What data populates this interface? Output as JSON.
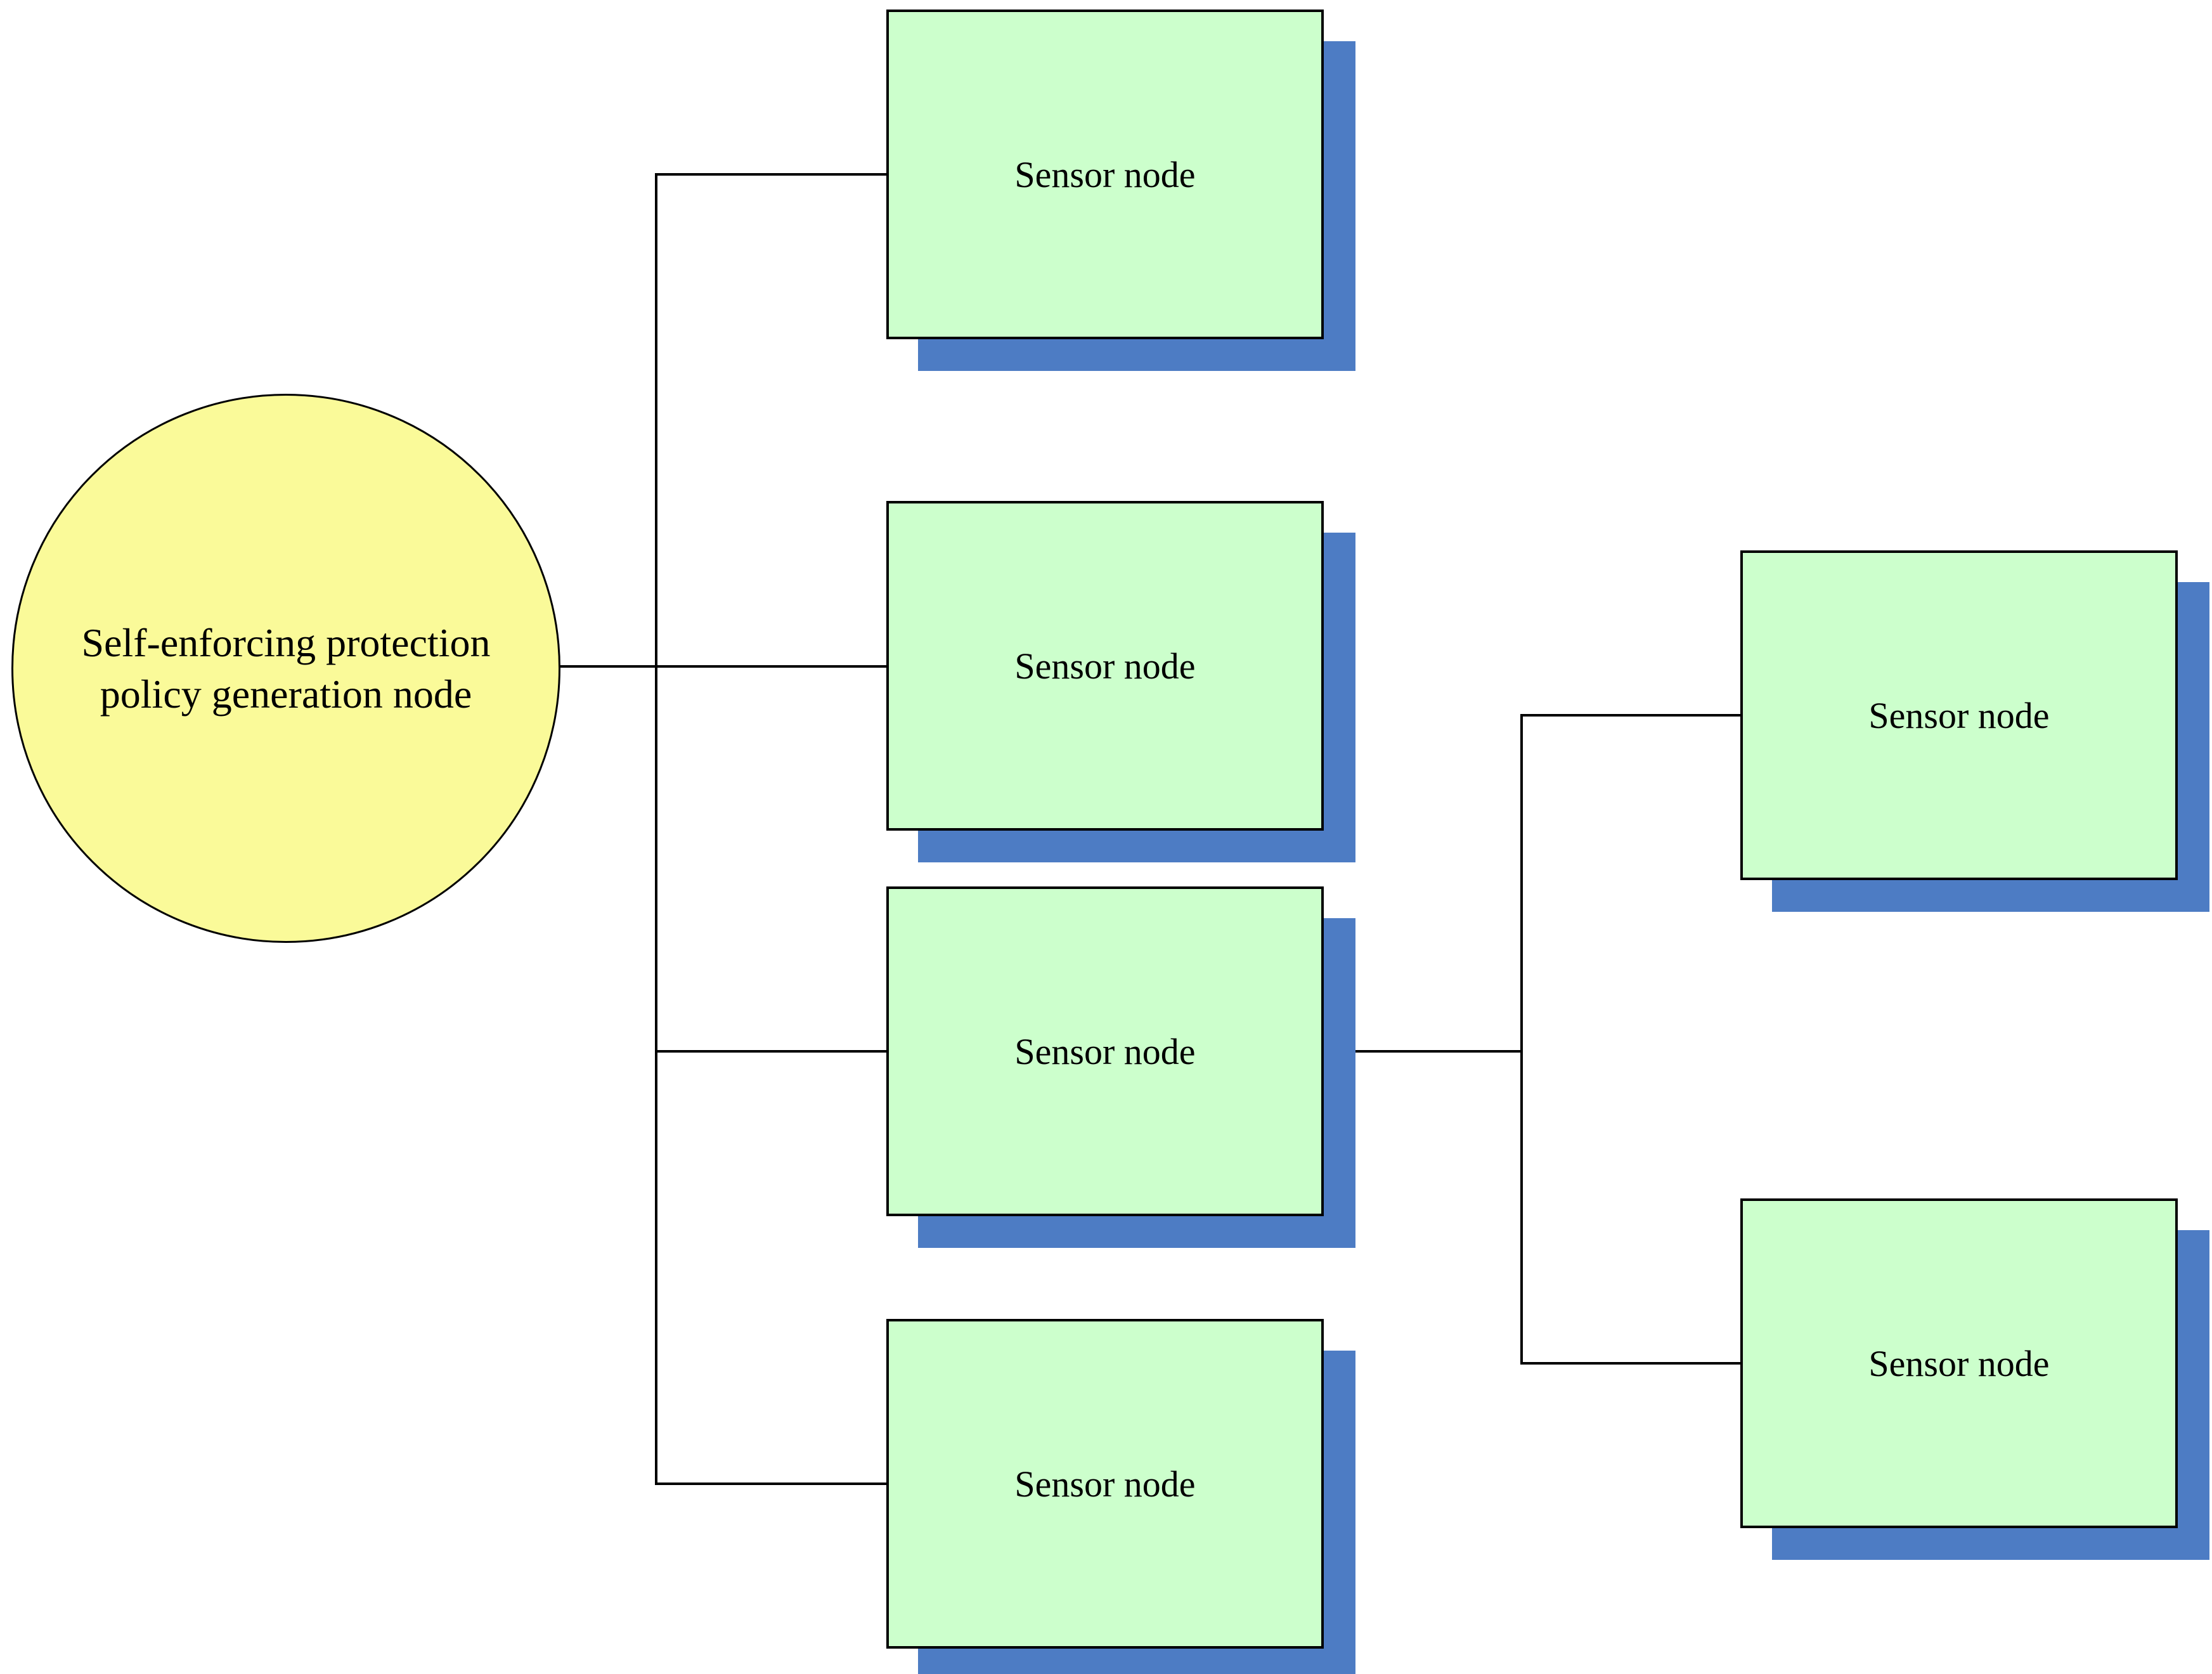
{
  "diagram": {
    "background": "#FFFFFF",
    "connector_color": "#000000",
    "hub": {
      "id": "hub",
      "shape": "ellipse",
      "label": "Self-enforcing protection policy generation node",
      "fill": "#FAFA99",
      "border_color": "#000000",
      "text_color": "#000000"
    },
    "node_style": {
      "shape": "rectangle",
      "fill": "#CCFFCC",
      "border": "#000000",
      "shadow": "#4D7CC4",
      "text_color": "#000000"
    },
    "nodes": [
      {
        "id": "sensor-1",
        "label": "Sensor node"
      },
      {
        "id": "sensor-2",
        "label": "Sensor node"
      },
      {
        "id": "sensor-3",
        "label": "Sensor node"
      },
      {
        "id": "sensor-4",
        "label": "Sensor node"
      },
      {
        "id": "sensor-5",
        "label": "Sensor node"
      },
      {
        "id": "sensor-6",
        "label": "Sensor node"
      }
    ],
    "edges": [
      {
        "from": "hub",
        "to": "sensor-1"
      },
      {
        "from": "hub",
        "to": "sensor-2"
      },
      {
        "from": "hub",
        "to": "sensor-3"
      },
      {
        "from": "hub",
        "to": "sensor-4"
      },
      {
        "from": "sensor-3",
        "to": "sensor-5"
      },
      {
        "from": "sensor-3",
        "to": "sensor-6"
      }
    ]
  }
}
